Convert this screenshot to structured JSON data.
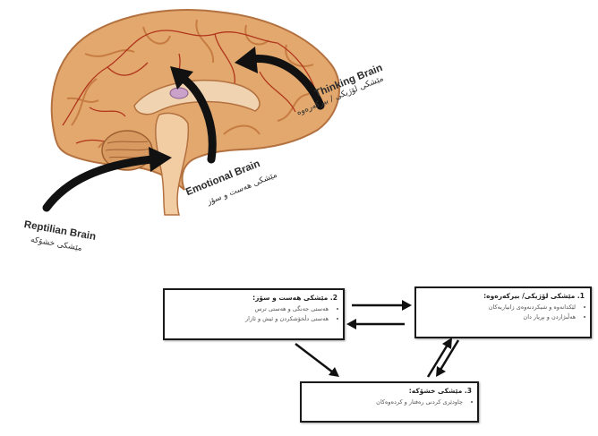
{
  "brain_labels": {
    "thinking": {
      "en": "Thinking Brain",
      "fa": "مێشکی لۆژیکی / بیرکەرەوە"
    },
    "emotional": {
      "en": "Emotional Brain",
      "fa": "مێشکی هەست و سۆز"
    },
    "reptilian": {
      "en": "Reptilian Brain",
      "fa": "مێشکی خشۆکە"
    }
  },
  "boxes": {
    "emotional": {
      "title": "2. مێشکی هەست و سۆز:",
      "items": [
        "هەستی جەنگی و هەستی ترس",
        "هەستی دڵخۆشکردن و ئیش و ئازار"
      ]
    },
    "thinking": {
      "title": "1. مێشکی لۆژیکی/ بیرکەرەوە:",
      "items": [
        "لێکدانەوە و شیکردنەوەی زانیاریەکان",
        "هەڵبژاردن و بڕیار دان"
      ]
    },
    "reptilian": {
      "title": "3. مێشکی خشۆکە:",
      "items": [
        "چاودێری کردنی رەفتار و کردەوەکان"
      ]
    }
  },
  "colors": {
    "brain": "#e3a86d",
    "brain_dark": "#c67c43",
    "vessel": "#b0351d",
    "arrow": "#111111",
    "box_border": "#1a1a1a"
  }
}
